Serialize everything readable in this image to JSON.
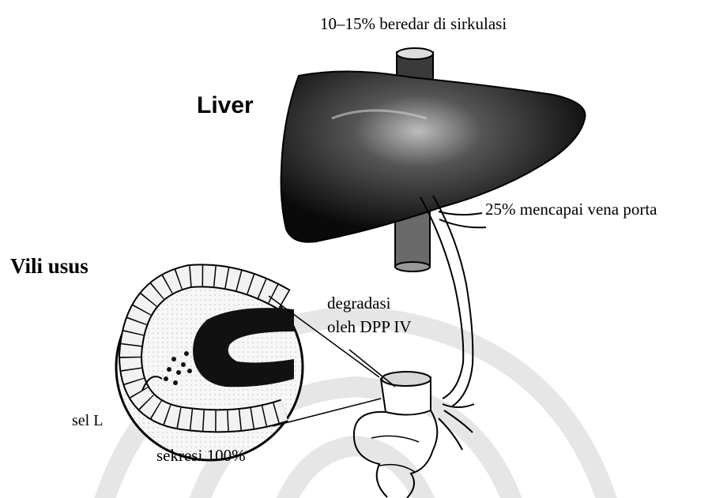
{
  "labels": {
    "top_circulation": "10–15% beredar di sirkulasi",
    "liver": "Liver",
    "portal": "25% mencapai vena porta",
    "vili": "Vili usus",
    "degradation_line1": "degradasi",
    "degradation_line2": "oleh DPP IV",
    "cell": "sel  L",
    "secretion": "sekresi 100%"
  },
  "colors": {
    "ink": "#000000",
    "organ_dark": "#111111",
    "watermark": "#e6e6e6",
    "background": "#ffffff"
  }
}
